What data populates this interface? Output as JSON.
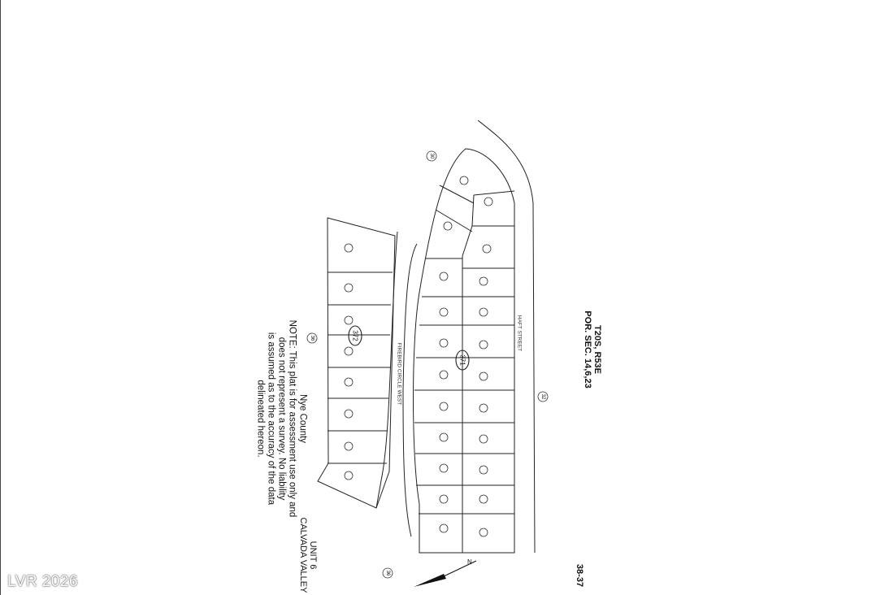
{
  "map": {
    "township": "T20S,",
    "range": "R53E",
    "section": "POR. SEC. 14,6,23",
    "map_number": "38-37",
    "note_title": "Nye County",
    "note_lines": [
      "NOTE: This plat is for assessment use only and",
      "does not represent a survey. No liability",
      "is assumed as to the accuracy of the data",
      "delineated hereon."
    ],
    "unit_lines": [
      "UNIT 6",
      "CALVADA VALLEY"
    ],
    "streets": [
      "HAFT STREET",
      "FIREBIRD CIRCLE WEST"
    ],
    "block_ids": [
      "371",
      "372"
    ],
    "section_marks": [
      "32",
      "36",
      "36",
      "30"
    ],
    "watermark": "LVR 2026"
  }
}
